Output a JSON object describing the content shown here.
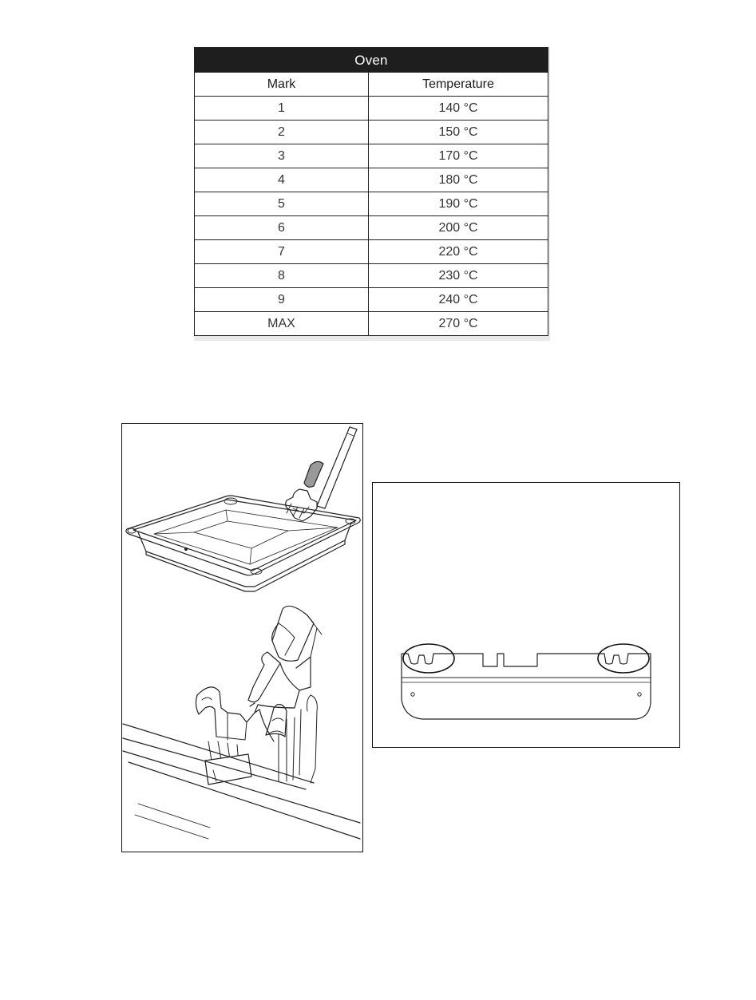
{
  "oven_table": {
    "title": "Oven",
    "columns": [
      "Mark",
      "Temperature"
    ],
    "rows": [
      {
        "mark": "1",
        "temperature": "140 °C"
      },
      {
        "mark": "2",
        "temperature": "150 °C"
      },
      {
        "mark": "3",
        "temperature": "170 °C"
      },
      {
        "mark": "4",
        "temperature": "180 °C"
      },
      {
        "mark": "5",
        "temperature": "190 °C"
      },
      {
        "mark": "6",
        "temperature": "200 °C"
      },
      {
        "mark": "7",
        "temperature": "220 °C"
      },
      {
        "mark": "8",
        "temperature": "230 °C"
      },
      {
        "mark": "9",
        "temperature": "240 °C"
      },
      {
        "mark": "MAX",
        "temperature": "270 °C"
      }
    ]
  }
}
